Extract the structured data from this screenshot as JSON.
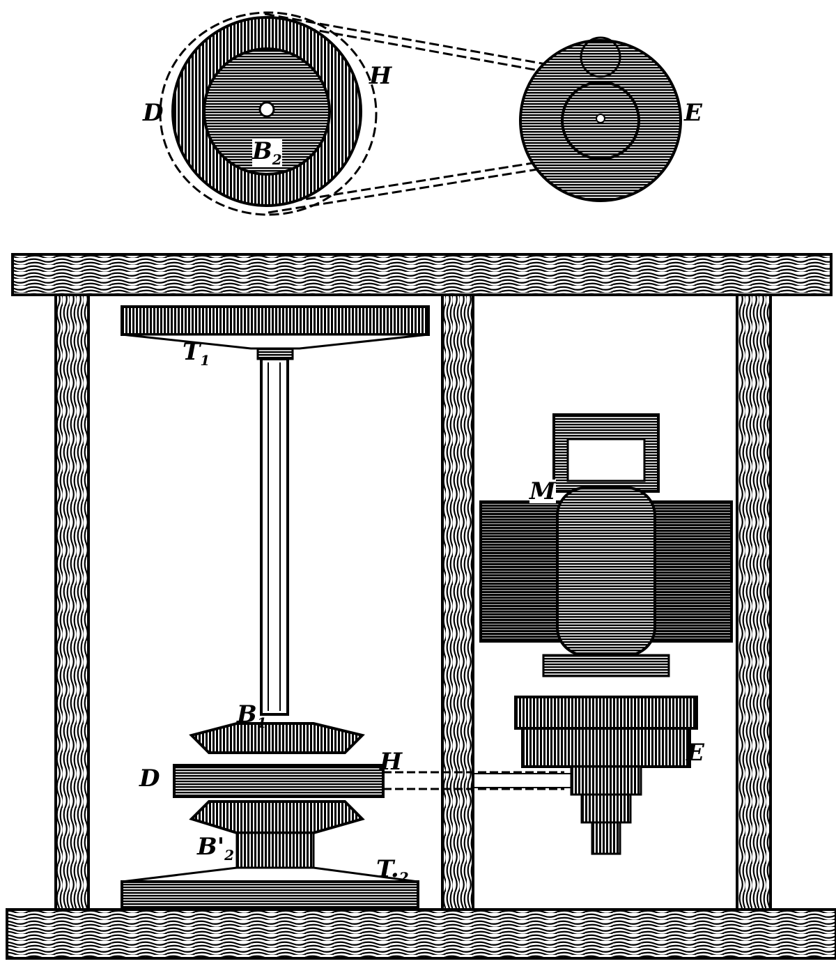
{
  "figure": {
    "top_view": {
      "labels": {
        "belt_left": "D",
        "belt_right": "H",
        "pulley": "E",
        "gear": "B",
        "gear_sub": "2"
      }
    },
    "side_view": {
      "labels": {
        "upper_wheel": "T",
        "upper_wheel_sub": "1",
        "motor": "M",
        "upper_bevel": "B",
        "upper_bevel_sub": "1",
        "disc": "D",
        "belt": "H",
        "pulley": "E",
        "lower_bevel": "B'",
        "lower_bevel_sub": "2",
        "lower_wheel": "T.",
        "lower_wheel_sub": "2"
      }
    }
  }
}
